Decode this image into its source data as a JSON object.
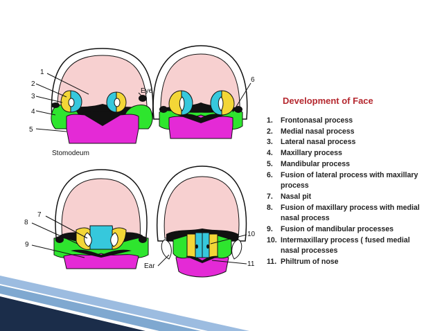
{
  "title": "Development of Face",
  "legend": [
    {
      "num": "1.",
      "text": "Frontonasal process"
    },
    {
      "num": "2.",
      "text": "Medial nasal process"
    },
    {
      "num": "3.",
      "text": "Lateral nasal process"
    },
    {
      "num": "4.",
      "text": "Maxillary process"
    },
    {
      "num": "5.",
      "text": "Mandibular process"
    },
    {
      "num": "6.",
      "text": "Fusion of lateral process with maxillary process"
    },
    {
      "num": "7.",
      "text": "Nasal pit"
    },
    {
      "num": "8.",
      "text": "Fusion of maxillary process with medial nasal process"
    },
    {
      "num": "9.",
      "text": "Fusion of mandibular processes"
    },
    {
      "num": "10.",
      "text": "Intermaxillary process ( fused medial nasal processes"
    },
    {
      "num": "11.",
      "text": "Philtrum of nose"
    }
  ],
  "labels": {
    "eye": "Eye",
    "stomodeum": "Stomodeum",
    "ear": "Ear",
    "n1": "1",
    "n2": "2",
    "n3": "3",
    "n4": "4",
    "n5": "5",
    "n6": "6",
    "n7": "7",
    "n8": "8",
    "n9": "9",
    "n10": "10",
    "n11": "11"
  },
  "colors": {
    "frontonasal": "#f7d0d0",
    "medial_nasal": "#36c8dc",
    "lateral_nasal": "#f3d637",
    "maxillary": "#2ee52e",
    "mandibular": "#e42ad6",
    "outline": "#111111",
    "title": "#b5282f",
    "accent_dark": "#1b2d4a",
    "accent_light": "#7fa8d0"
  }
}
